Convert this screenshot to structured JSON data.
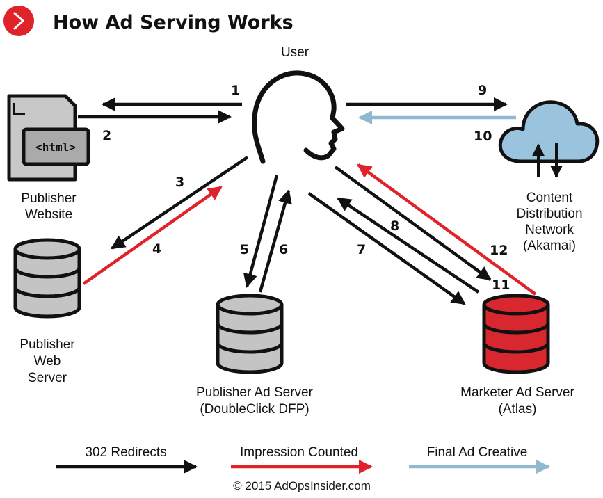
{
  "title": "How Ad Serving Works",
  "header_icon": "chevron-right-icon",
  "colors": {
    "black_arrow": "#111111",
    "red_arrow": "#e0232b",
    "blue_arrow": "#8fb9d1",
    "logo_circle": "#e0232b",
    "db_gray": "#c4c4c4",
    "db_red": "#d8272e",
    "cloud": "#9ac4dd"
  },
  "nodes": {
    "user": "User",
    "publisher_website": [
      "Publisher",
      "Website"
    ],
    "html_tag": "<html>",
    "publisher_web_server": [
      "Publisher",
      "Web",
      "Server"
    ],
    "publisher_ad_server": [
      "Publisher Ad Server",
      "(DoubleClick DFP)"
    ],
    "marketer_ad_server": [
      "Marketer Ad Server",
      "(Atlas)"
    ],
    "cdn": [
      "Content",
      "Distribution",
      "Network",
      "(Akamai)"
    ]
  },
  "steps": [
    "1",
    "2",
    "3",
    "4",
    "5",
    "6",
    "7",
    "8",
    "9",
    "10",
    "11",
    "12"
  ],
  "legend": {
    "redirects": "302 Redirects",
    "impression": "Impression Counted",
    "creative": "Final Ad Creative"
  },
  "copyright": "© 2015 AdOpsInsider.com"
}
